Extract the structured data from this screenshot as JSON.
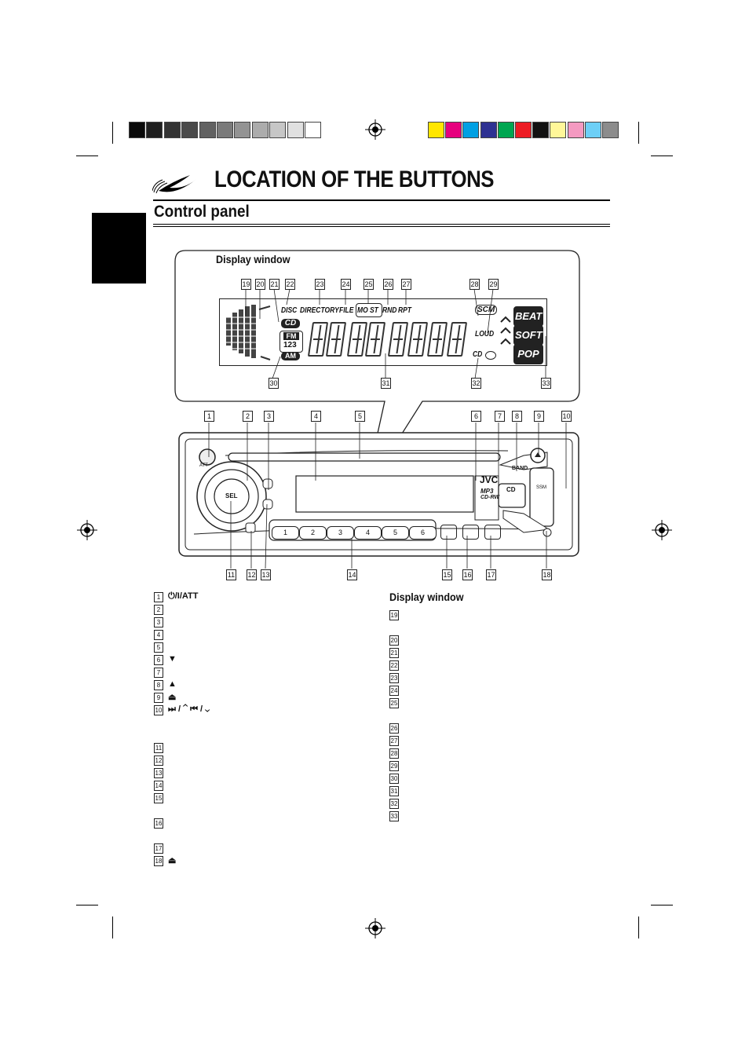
{
  "page": {
    "title": "LOCATION OF THE BUTTONS",
    "section_title": "Control panel",
    "display_window_heading": "Display window",
    "list_heading": "Display window"
  },
  "callouts_display": [
    "19",
    "20",
    "21",
    "22",
    "23",
    "24",
    "25",
    "26",
    "27",
    "28",
    "29",
    "30",
    "31",
    "32",
    "33"
  ],
  "callouts_panel_top": [
    "1",
    "2",
    "3",
    "4",
    "5",
    "6",
    "7",
    "8",
    "9",
    "10"
  ],
  "callouts_panel_bottom": [
    "11",
    "12",
    "13",
    "14",
    "15",
    "16",
    "17",
    "18"
  ],
  "lcd": {
    "disc": "DISC",
    "directory": "DIRECTORY",
    "file": "FILE",
    "mo": "MO",
    "st": "ST",
    "rnd": "RND",
    "rpt": "RPT",
    "cd": "CD",
    "fm": "FM",
    "fm_num": "123",
    "am": "AM",
    "scm": "SCM",
    "loud": "LOUD",
    "cd2": "CD",
    "beat": "BEAT",
    "soft": "SOFT",
    "pop": "POP"
  },
  "unit": {
    "sel": "SEL",
    "jvc": "JVC",
    "mp3": "MP3",
    "cdrw": "CD-RW",
    "band": "BAND",
    "cd_btn": "CD",
    "ssm": "SSM",
    "att": "ATT",
    "presets": [
      "1",
      "2",
      "3",
      "4",
      "5",
      "6"
    ]
  },
  "left_list": [
    {
      "num": "1",
      "symbol": "⏻/I/ATT"
    },
    {
      "num": "2",
      "symbol": ""
    },
    {
      "num": "3",
      "symbol": ""
    },
    {
      "num": "4",
      "symbol": ""
    },
    {
      "num": "5",
      "symbol": ""
    },
    {
      "num": "6",
      "symbol": "▼"
    },
    {
      "num": "7",
      "symbol": ""
    },
    {
      "num": "8",
      "symbol": "▲"
    },
    {
      "num": "9",
      "symbol": "⏏"
    },
    {
      "num": "10",
      "symbol": "⏭ / ⌃ ⏮ / ⌄"
    },
    {
      "num": "11",
      "symbol": ""
    },
    {
      "num": "12",
      "symbol": ""
    },
    {
      "num": "13",
      "symbol": ""
    },
    {
      "num": "14",
      "symbol": ""
    },
    {
      "num": "15",
      "symbol": ""
    },
    {
      "num": "16",
      "symbol": ""
    },
    {
      "num": "17",
      "symbol": ""
    },
    {
      "num": "18",
      "symbol": "⏏"
    }
  ],
  "right_list": [
    "19",
    "20",
    "21",
    "22",
    "23",
    "24",
    "25",
    "26",
    "27",
    "28",
    "29",
    "30",
    "31",
    "32",
    "33"
  ],
  "colors": {
    "grays": [
      "#0a0a0a",
      "#1f1f1f",
      "#333333",
      "#4a4a4a",
      "#616161",
      "#7a7a7a",
      "#939393",
      "#acacac",
      "#c6c6c6",
      "#e0e0e0",
      "#ffffff"
    ],
    "process": [
      "#ffe600",
      "#e6007e",
      "#00a0e3",
      "#2e3192",
      "#00a651",
      "#ed1c24",
      "#111111",
      "#fff799",
      "#f49ac1",
      "#6dcff6",
      "#8c8c8c"
    ]
  }
}
